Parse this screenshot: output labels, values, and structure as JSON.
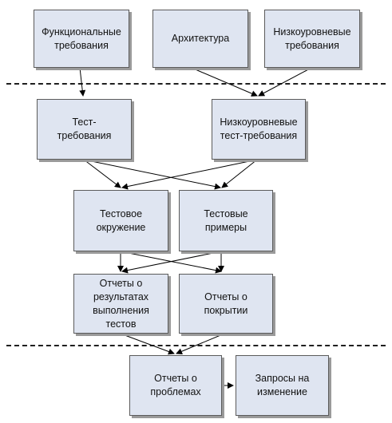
{
  "colors": {
    "node_fill": "#dfe5f1",
    "node_border": "#5b5b5b",
    "node_shadow": "#9a9a9a",
    "line": "#000000"
  },
  "nodes": {
    "functional_requirements": "Функциональные\nтребования",
    "architecture": "Архитектура",
    "low_level_requirements": "Низкоуровневые\nтребования",
    "test_requirements": "Тест-\nтребования",
    "low_level_test_requirements": "Низкоуровневые\nтест-требования",
    "test_environment": "Тестовое\nокружение",
    "test_cases": "Тестовые\nпримеры",
    "test_results_reports": "Отчеты о\nрезультатах\nвыполнения\nтестов",
    "coverage_reports": "Отчеты о\nпокрытии",
    "problem_reports": "Отчеты о\nпроблемах",
    "change_requests": "Запросы на\nизменение"
  }
}
